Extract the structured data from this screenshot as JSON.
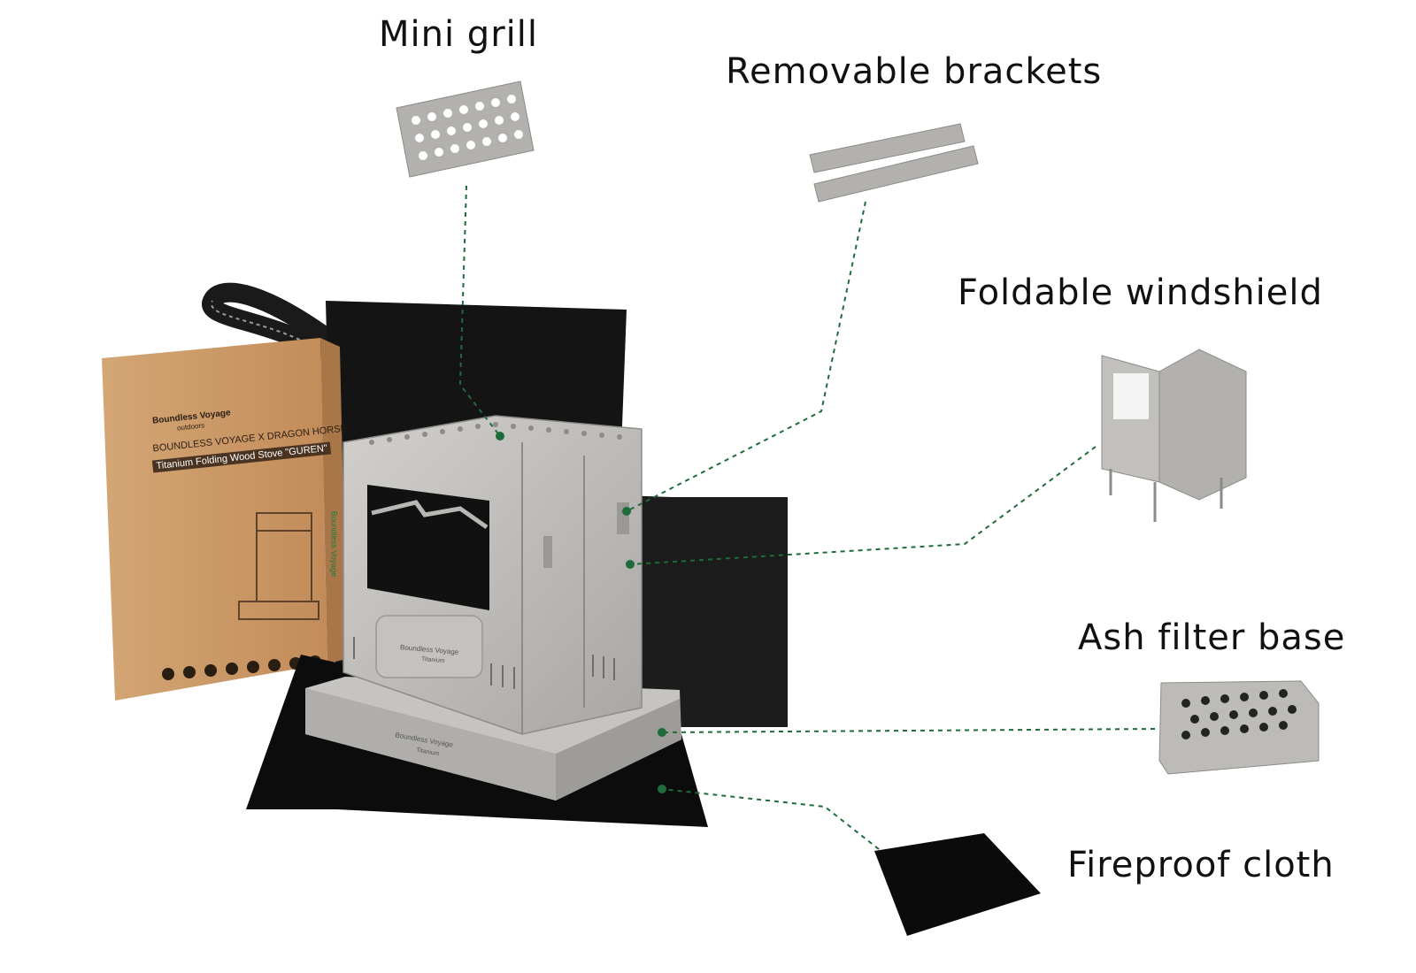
{
  "labels": {
    "mini_grill": "Mini grill",
    "removable_brackets": "Removable brackets",
    "foldable_windshield": "Foldable windshield",
    "ash_filter_base": "Ash filter base",
    "fireproof_cloth": "Fireproof cloth"
  },
  "box": {
    "brand": "Boundless Voyage",
    "brand_sub": "outdoors",
    "collab": "BOUNDLESS VOYAGE X DRAGON HORSE",
    "product": "Titanium Folding Wood Stove \"GUREN\"",
    "side_brand": "Boundless Voyage"
  },
  "stove": {
    "front_brand": "Boundless Voyage",
    "front_sub": "Titanium",
    "base_brand": "Boundless Voyage",
    "base_sub": "Titanium"
  },
  "colors": {
    "leader_line": "#1f6b3a",
    "titanium": "#b9b7b4",
    "bag": "#141414",
    "cardboard": "#c99a6a"
  }
}
